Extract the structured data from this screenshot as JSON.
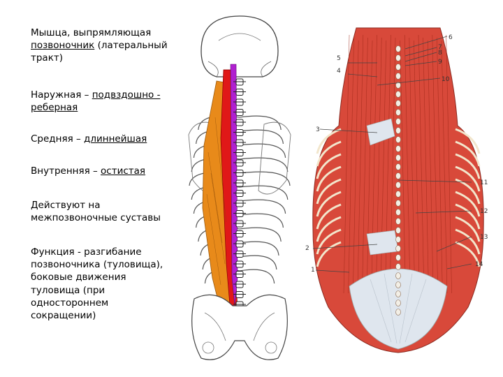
{
  "blocks": {
    "intro_line1": "Мышца, выпрямляющая",
    "intro_line2": "позвоночник",
    "intro_line2_rest": " (латеральный",
    "intro_line3": "тракт)",
    "outer_prefix": "Наружная – ",
    "outer_line1": "подвздошно -",
    "outer_line2": "реберная",
    "middle_prefix": "Средняя – ",
    "middle_term": "длиннейшая",
    "inner_prefix": "Внутренняя – ",
    "inner_term": "остистая",
    "acts_line1": "Действуют на",
    "acts_line2": "межпозвоночные суставы",
    "func_line1": "Функция - разгибание",
    "func_line2": "позвоночника (туловища),",
    "func_line3": "боковые движения",
    "func_line4": "туловища (при",
    "func_line5": "одностороннем",
    "func_line6": "сокращении)"
  },
  "figure_labels": [
    "1",
    "2",
    "3",
    "4",
    "5",
    "6",
    "7",
    "8",
    "9",
    "10",
    "11",
    "12",
    "13",
    "14"
  ],
  "colors": {
    "outer_muscle": "#e88a1a",
    "middle_muscle": "#e01818",
    "inner_muscle": "#b020d0",
    "muscle_tissue": "#d8493a",
    "tendon": "#dfe6ee"
  }
}
